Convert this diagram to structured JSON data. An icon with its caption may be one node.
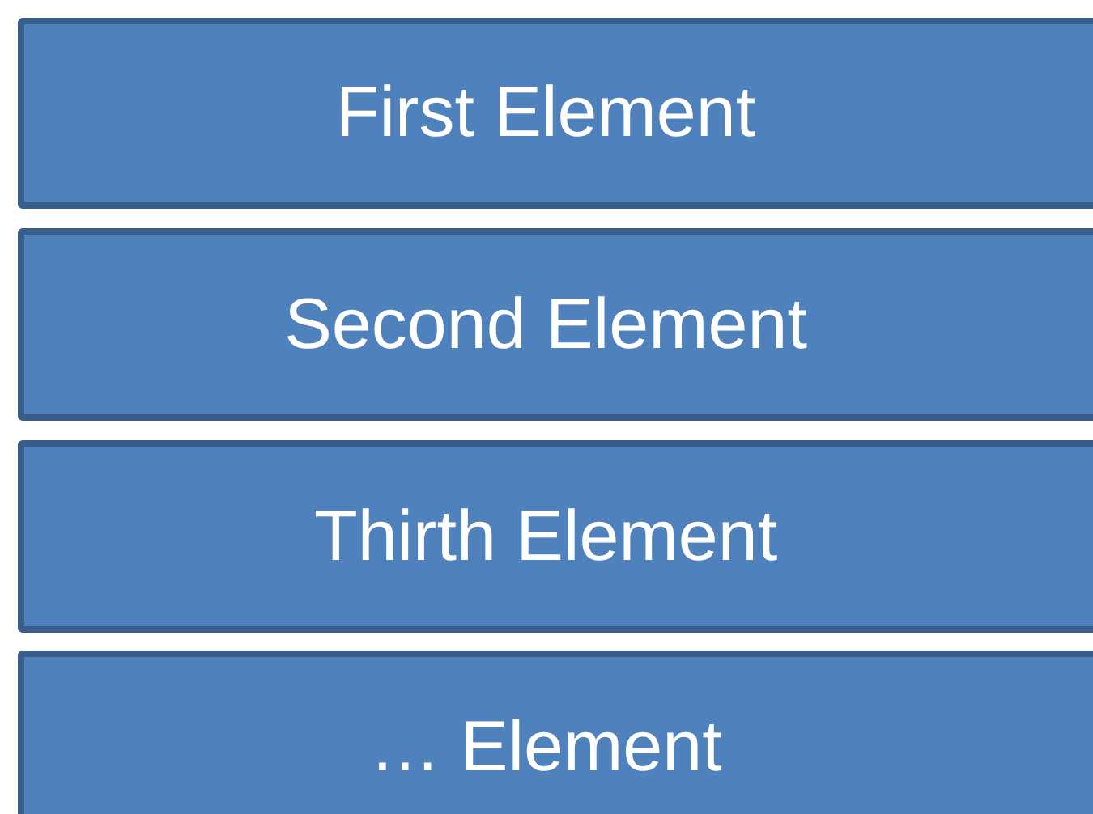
{
  "diagram": {
    "nodes": [
      {
        "text": [
          "First Element"
        ]
      },
      {
        "text": [
          "Second Element"
        ]
      },
      {
        "text": [
          "Thirth Element"
        ]
      },
      {
        "text": [
          "… Element"
        ]
      }
    ]
  }
}
